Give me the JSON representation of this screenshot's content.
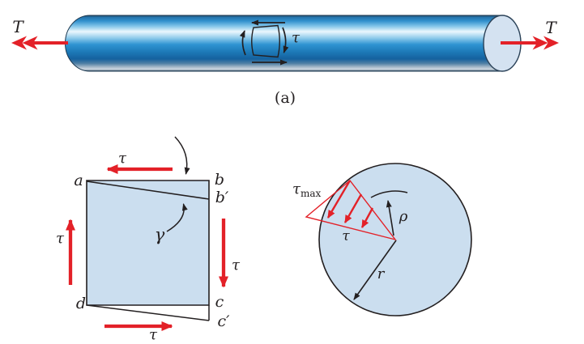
{
  "colors": {
    "red": "#e32128",
    "line": "#231f20",
    "light_blue_fill": "#cbdeef",
    "shaft_blue": "#2f94d2",
    "shaft_highlight": "#ebf7fd",
    "end_face": "#d4e2f1"
  },
  "shaft_figure": {
    "torque_left": "T",
    "torque_right": "T",
    "shear_label": "τ",
    "caption": "(a)"
  },
  "element_figure": {
    "corner_a": "a",
    "corner_b": "b",
    "corner_b_prime": "b′",
    "corner_c": "c",
    "corner_c_prime": "c′",
    "corner_d": "d",
    "shear_strain": "γ",
    "tau_top": "τ",
    "tau_left": "τ",
    "tau_right": "τ",
    "tau_bottom": "τ"
  },
  "cross_section_figure": {
    "tau_max_base": "τ",
    "tau_max_sub": "max",
    "tau": "τ",
    "rho": "ρ",
    "radius": "r"
  }
}
